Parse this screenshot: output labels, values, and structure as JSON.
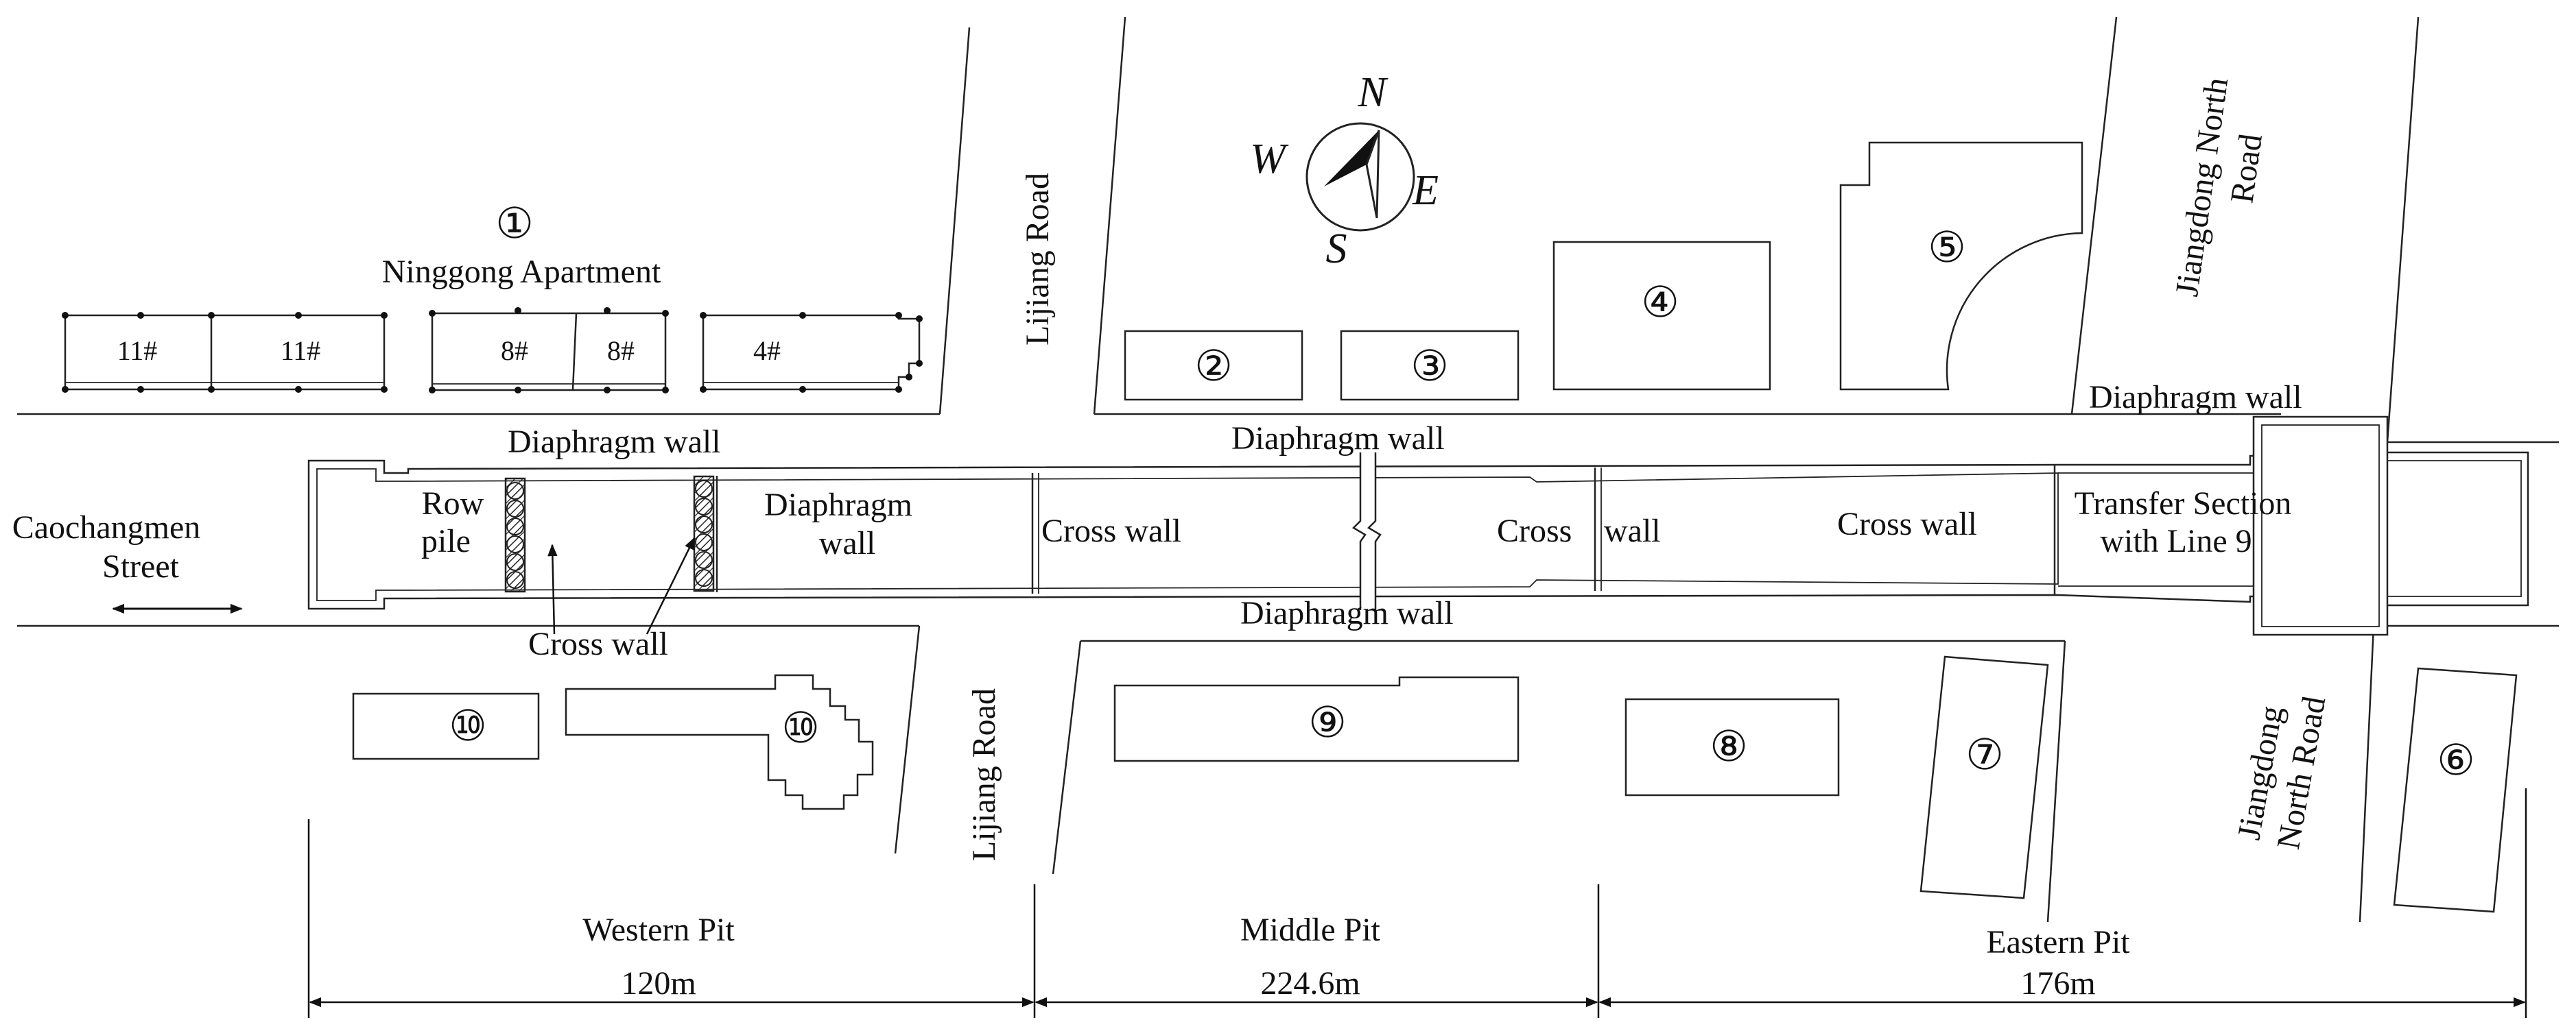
{
  "labels": {
    "apartment_no": "①",
    "apartment": "Ninggong Apartment",
    "block_11_left": "11#",
    "block_11_right": "11#",
    "block_8_left": "8#",
    "block_8_right": "8#",
    "block_4": "4#",
    "lijiang_north": "Lijiang Road",
    "lijiang_south": "Lijiang Road",
    "jiangdong_north_1": "Jiangdong North",
    "jiangdong_north_2": "Road",
    "jiangdong_south_1": "Jiangdong",
    "jiangdong_south_2": "North Road",
    "caochangmen_1": "Caochangmen",
    "caochangmen_2": "Street",
    "diaphragm_top_west": "Diaphragm wall",
    "diaphragm_top_middle": "Diaphragm wall",
    "diaphragm_top_east": "Diaphragm wall",
    "diaphragm_bottom": "Diaphragm wall",
    "row_pile_1": "Row",
    "row_pile_2": "pile",
    "diaphragm_inner_1": "Diaphragm",
    "diaphragm_inner_2": "wall",
    "cross_wall_west": "Cross wall",
    "cross_wall_middle": "Cross wall",
    "cross_wall_east_a": "Cross",
    "cross_wall_east_b": "wall",
    "cross_wall_east": "Cross wall",
    "transfer_1": "Transfer Section",
    "transfer_2": "with Line 9",
    "western_pit": "Western Pit",
    "middle_pit": "Middle Pit",
    "eastern_pit": "Eastern Pit",
    "dim_western": "120m",
    "dim_middle": "224.6m",
    "dim_eastern": "176m"
  },
  "buildings": {
    "b2": "②",
    "b3": "③",
    "b4": "④",
    "b5": "⑤",
    "b6": "⑥",
    "b7": "⑦",
    "b8": "⑧",
    "b9": "⑨",
    "b10_left": "⑩",
    "b10_right": "⑩"
  },
  "compass": {
    "north": "N",
    "south": "S",
    "east": "E",
    "west": "W",
    "icon": "north-arrow-icon"
  },
  "colors": {
    "line": "#222222",
    "hatch": "#222222",
    "background": "#ffffff"
  }
}
